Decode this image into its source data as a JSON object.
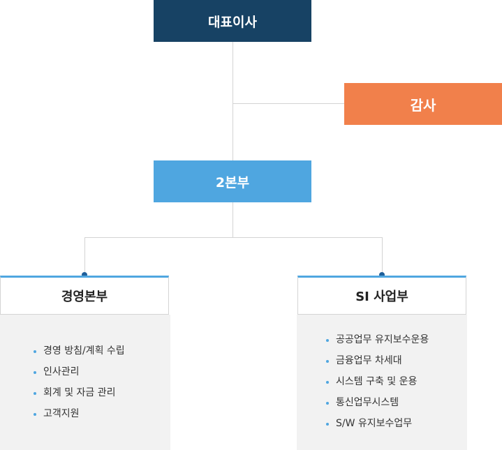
{
  "org": {
    "ceo": "대표이사",
    "audit": "감사",
    "hq": "2본부",
    "departments": [
      {
        "name": "경영본부",
        "items": [
          "경영 방침/계획 수립",
          "인사관리",
          "회계 및 자금 관리",
          "고객지원"
        ]
      },
      {
        "name": "SI 사업부",
        "items": [
          "공공업무 유지보수운용",
          "금융업무 차세대",
          "시스템 구축 및 운용",
          "통신업무시스템",
          "S/W 유지보수업무"
        ]
      }
    ]
  },
  "colors": {
    "ceo": "#174264",
    "audit": "#f1804b",
    "hq": "#4fa6e0",
    "accent_dot": "#1f5f9a"
  }
}
